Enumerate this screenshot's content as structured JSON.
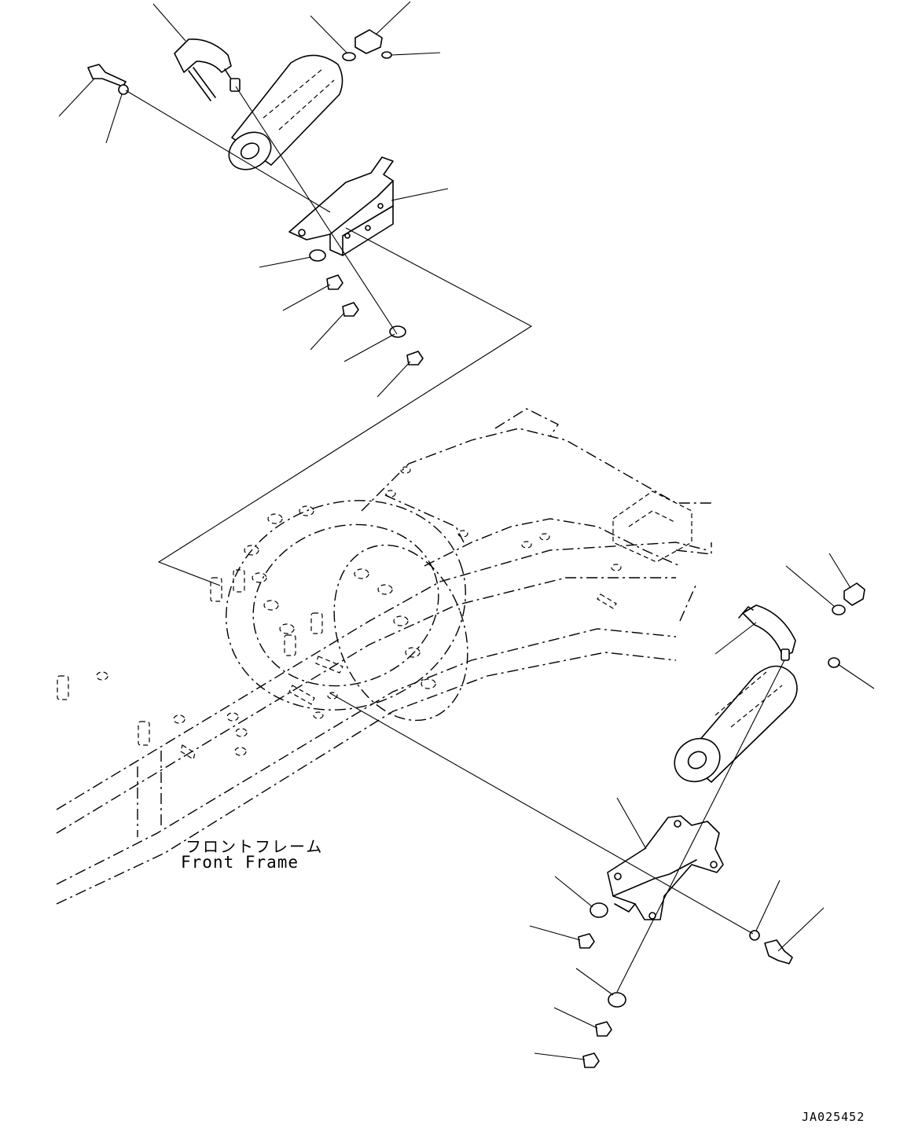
{
  "labels": {
    "frame_jp": "フロントフレーム",
    "frame_en": "Front Frame",
    "drawing_code": "JA025452"
  }
}
